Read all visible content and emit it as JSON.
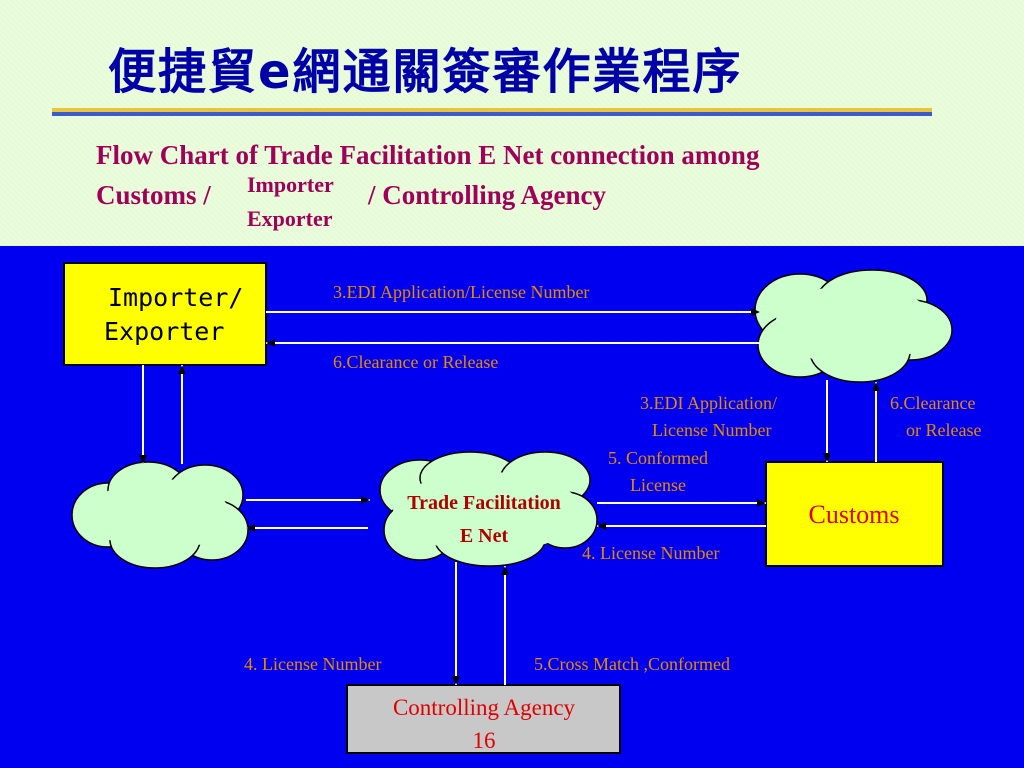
{
  "header": {
    "title": "便捷貿e網通關簽審作業程序",
    "subtitle_line1": "Flow Chart of Trade Facilitation E Net connection among",
    "subtitle_line2_start": "Customs /",
    "subtitle_stack_top": "Importer",
    "subtitle_stack_bottom": "Exporter",
    "subtitle_line2_end": "/ Controlling Agency"
  },
  "nodes": {
    "importer_line1": "Importer/",
    "importer_line2": "Exporter",
    "tfen_line1": "Trade Facilitation",
    "tfen_line2": "E Net",
    "customs": "Customs",
    "agency_line1": "Controlling Agency",
    "agency_line2": "16"
  },
  "labels": {
    "edi_top": "3.EDI Application/License Number",
    "clearance_top": "6.Clearance or Release",
    "edi_right_1": "3.EDI Application/",
    "edi_right_2": "License Number",
    "clearance_right_1": "6.Clearance",
    "clearance_right_2": "or Release",
    "conformed_1": "5. Conformed",
    "conformed_2": "License",
    "license_mid": "4. License Number",
    "license_bottom": "4. License Number",
    "cross_match": "5.Cross Match ,Conformed"
  },
  "colors": {
    "background": "#e6fbd6",
    "panel": "#0000f0",
    "title": "#0000a8",
    "subtitle": "#a0005a",
    "node_yellow": "#ffff00",
    "cloud": "#ccffcc",
    "agency_box": "#c8c8c8",
    "label": "#e68a00",
    "node_text_red": "#e00000",
    "tfen_text": "#b00000"
  }
}
